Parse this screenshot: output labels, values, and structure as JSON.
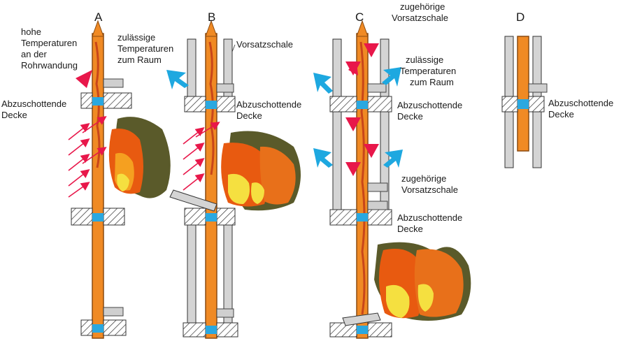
{
  "panels": {
    "a": "A",
    "b": "B",
    "c": "C",
    "d": "D"
  },
  "labels": {
    "hohe_temp": [
      "hohe",
      "Temperaturen",
      "an der",
      "Rohrwandung"
    ],
    "zul_temp_b": [
      "zulässige",
      "Temperaturen",
      "zum Raum"
    ],
    "vorsatzschale_b": "Vorsatzschale",
    "zugehoerige_top": [
      "zugehörige",
      "Vorsatzschale"
    ],
    "zul_temp_c": [
      "zulässige",
      "Temperaturen",
      "zum Raum"
    ],
    "zugehoerige_mid": [
      "zugehörige",
      "Vorsatzschale"
    ],
    "decke_a": [
      "Abzuschottende",
      "Decke"
    ],
    "decke_b": [
      "Abzuschottende",
      "Decke"
    ],
    "decke_c1": [
      "Abzuschottende",
      "Decke"
    ],
    "decke_c2": [
      "Abzuschottende",
      "Decke"
    ],
    "decke_d": [
      "Abzuschottende",
      "Decke"
    ]
  },
  "colors": {
    "pipe": "#f08a24",
    "pipe_edge": "#8a4a10",
    "flame_hot": "#e85a10",
    "flame_mid": "#f5a020",
    "flame_yellow": "#f5e040",
    "flame_dark": "#5a5a2a",
    "red_arrow": "#e8174a",
    "blue_arrow": "#1ea8e0",
    "wall": "#d4d4d4",
    "seal": "#2aa8e0"
  }
}
